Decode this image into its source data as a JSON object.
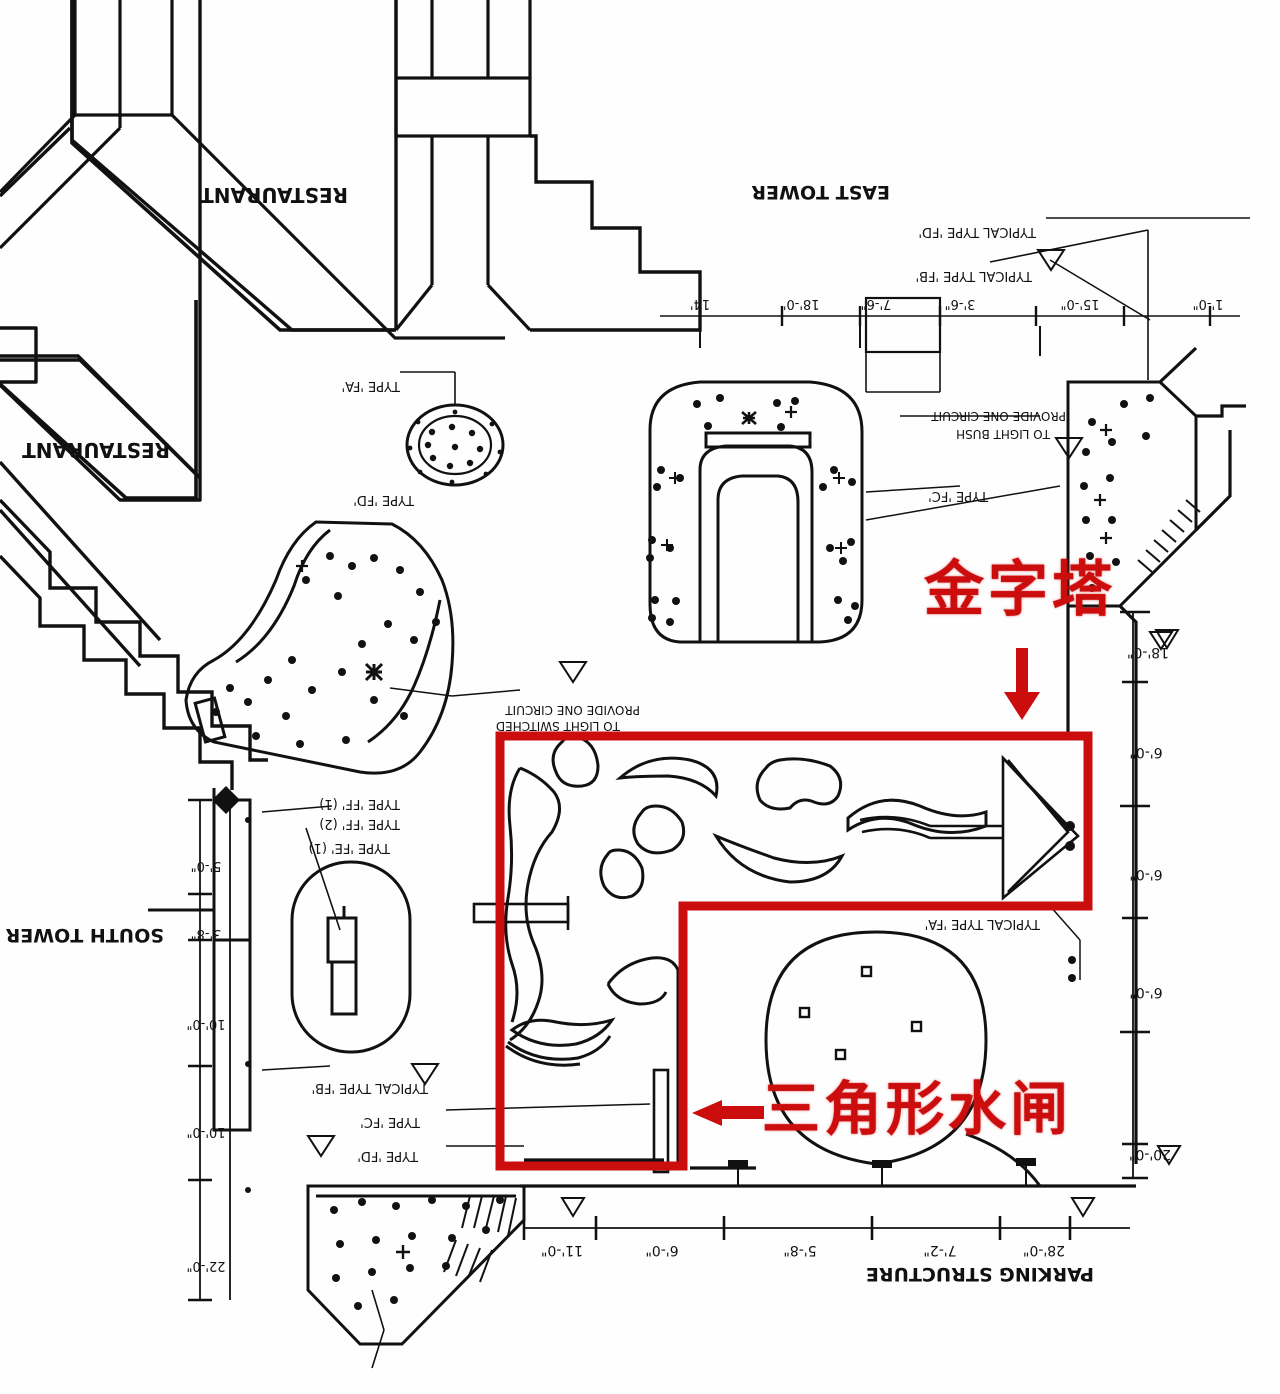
{
  "document": {
    "type": "architectural-site-plan",
    "orientation_note": "plan drawn upside-down; all English hand lettering is rotated 180 degrees",
    "background_color": "#ffffff",
    "ink_color": "#111111",
    "annotation_color": "#cc0d0d"
  },
  "annotations": {
    "pyramid": {
      "text": "金字塔",
      "arrow": "down-arrow",
      "color": "#cc0d0d"
    },
    "triangular_gate": {
      "text": "三角形水闸",
      "arrow": "left-arrow",
      "color": "#cc0d0d"
    },
    "highlight_box": {
      "name": "red-highlight-region",
      "color": "#cc0d0d",
      "shape": "L-shaped outline"
    }
  },
  "plan_labels": {
    "buildings": [
      {
        "id": "restaurant-top",
        "text": "RESTAURANT"
      },
      {
        "id": "restaurant-left",
        "text": "RESTAURANT"
      },
      {
        "id": "east-tower",
        "text": "EAST TOWER"
      },
      {
        "id": "south-tower",
        "text": "SOUTH TOWER"
      },
      {
        "id": "parking-structure",
        "text": "PARKING STRUCTURE"
      }
    ],
    "fixture_callouts": [
      {
        "id": "typ-fd-top",
        "text": "TYPICAL TYPE 'FD'"
      },
      {
        "id": "typ-fb-top",
        "text": "TYPICAL TYPE 'FB'"
      },
      {
        "id": "type-fa-round",
        "text": "TYPE 'FA'"
      },
      {
        "id": "type-fd-round",
        "text": "TYPE 'FD'"
      },
      {
        "id": "type-fc-right",
        "text": "TYPE 'FC'"
      },
      {
        "id": "type-ff-1",
        "text": "TYPE 'FF' (1)"
      },
      {
        "id": "type-ff-2",
        "text": "TYPE 'FF' (2)"
      },
      {
        "id": "type-fe-1",
        "text": "TYPE 'FE' (1)"
      },
      {
        "id": "typ-fb-left",
        "text": "TYPICAL TYPE 'FB'"
      },
      {
        "id": "type-fc-left",
        "text": "TYPE 'FC'"
      },
      {
        "id": "type-fd-left",
        "text": "TYPE 'FD'"
      },
      {
        "id": "typ-fa-center",
        "text": "TYPICAL TYPE 'FA'"
      }
    ],
    "circuit_notes": [
      {
        "id": "circuit-bush",
        "text": "PROVIDE ONE CIRCUIT TO LIGHT BUSH"
      },
      {
        "id": "circuit-switched",
        "text": "PROVIDE ONE CIRCUIT TO LIGHT SWITCHED"
      }
    ]
  },
  "dimensions": {
    "right_chain": [
      "18'-0\"",
      "6'-0\"",
      "6'-0\"",
      "6'-0\"",
      "20'-0\""
    ],
    "bottom_chain": [
      "11'-0\"",
      "6'-0\"",
      "5'-8\"",
      "7'-2\"",
      "28'-0\""
    ],
    "top_chain": [
      "14'",
      "18'-0\"",
      "7'-6\"",
      "3'-6\"",
      "15'-0\"",
      "1'-0\""
    ]
  },
  "legend": {
    "symbol_triangle": "fixture-tag-triangle",
    "symbol_dot": "planting-dot",
    "symbol_cross": "tree-cross"
  }
}
